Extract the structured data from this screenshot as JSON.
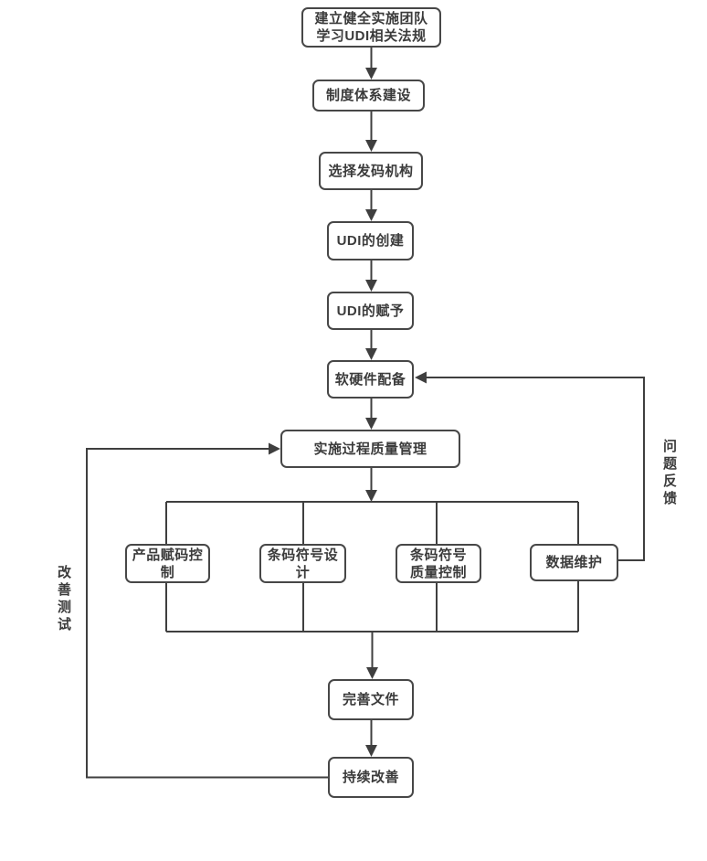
{
  "diagram": {
    "type": "flowchart",
    "subject": "UDI implementation process flow",
    "colors": {
      "background": "#ffffff",
      "line": "#3f3f3f",
      "box_border": "#474747",
      "box_fill": "#ffffff",
      "text": "#3b3b3b"
    },
    "nodes": {
      "team": {
        "line1": "建立健全实施团队",
        "line2": "学习UDI相关法规"
      },
      "system": {
        "line1": "制度体系建设"
      },
      "agency": {
        "line1": "选择发码机构"
      },
      "udi_create": {
        "line1": "UDI的创建"
      },
      "udi_assign": {
        "line1": "UDI的赋予"
      },
      "hardware": {
        "line1": "软硬件配备"
      },
      "process_qm": {
        "line1": "实施过程质量管理"
      },
      "product_coding": {
        "line1": "产品赋码控",
        "line2": "制"
      },
      "barcode_design": {
        "line1": "条码符号设",
        "line2": "计"
      },
      "barcode_qc": {
        "line1": "条码符号",
        "line2": "质量控制"
      },
      "data_maint": {
        "line1": "数据维护"
      },
      "perfect_docs": {
        "line1": "完善文件"
      },
      "continuous": {
        "line1": "持续改善"
      }
    },
    "side_labels": {
      "problem_feedback": "问题反馈",
      "improve_test": "改善测试"
    }
  }
}
